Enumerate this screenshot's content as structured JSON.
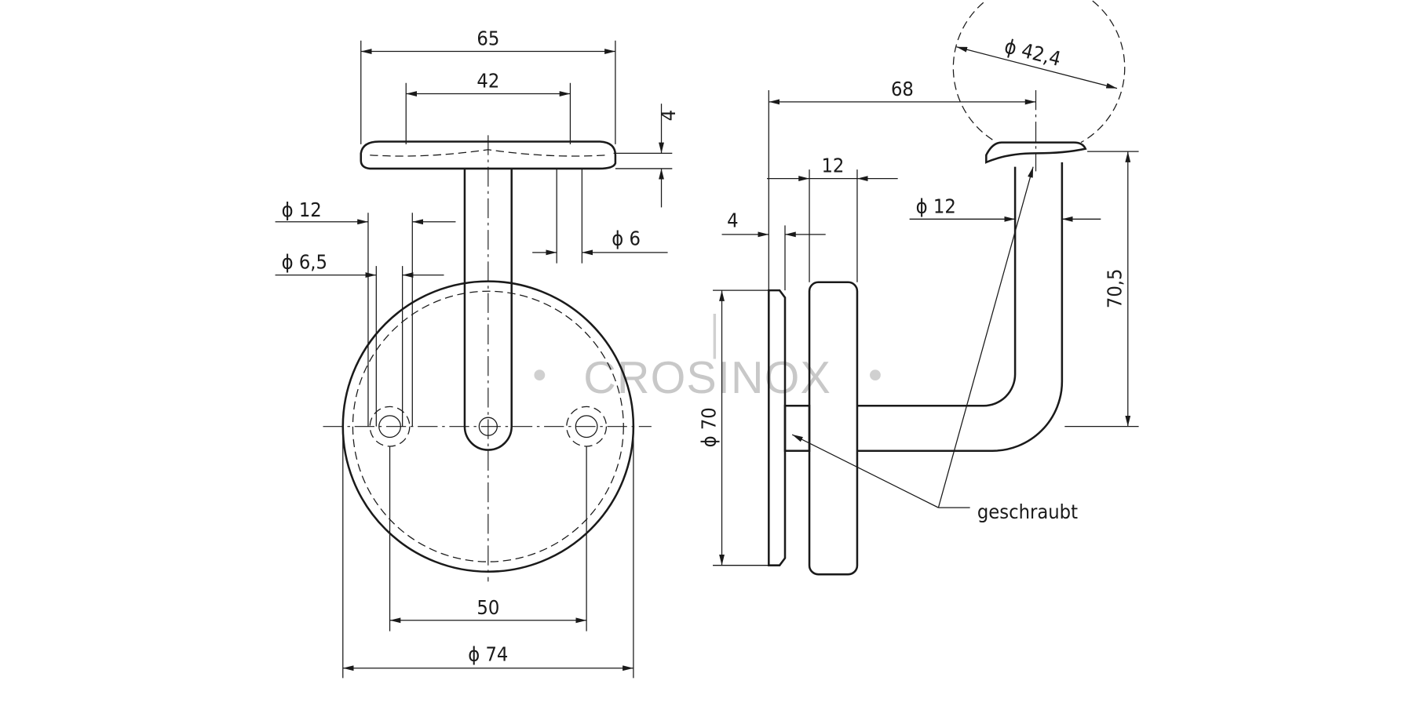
{
  "front_view": {
    "dims": {
      "width_65": "65",
      "width_42": "42",
      "height_4": "4",
      "dia_12": "ϕ 12",
      "dia_6_5": "ϕ 6,5",
      "dia_6": "ϕ 6",
      "spacing_50": "50",
      "dia_74": "ϕ 74"
    }
  },
  "side_view": {
    "dims": {
      "len_68": "68",
      "dia_42_4": "ϕ 42,4",
      "width_12": "12",
      "thick_4": "4",
      "dia_12": "ϕ 12",
      "height_70_5": "70,5",
      "dia_70": "ϕ 70"
    },
    "note": "geschraubt"
  },
  "watermark": "CROSINOX",
  "colors": {
    "line": "#1a1a1a",
    "watermark": "#c8c8c8"
  }
}
